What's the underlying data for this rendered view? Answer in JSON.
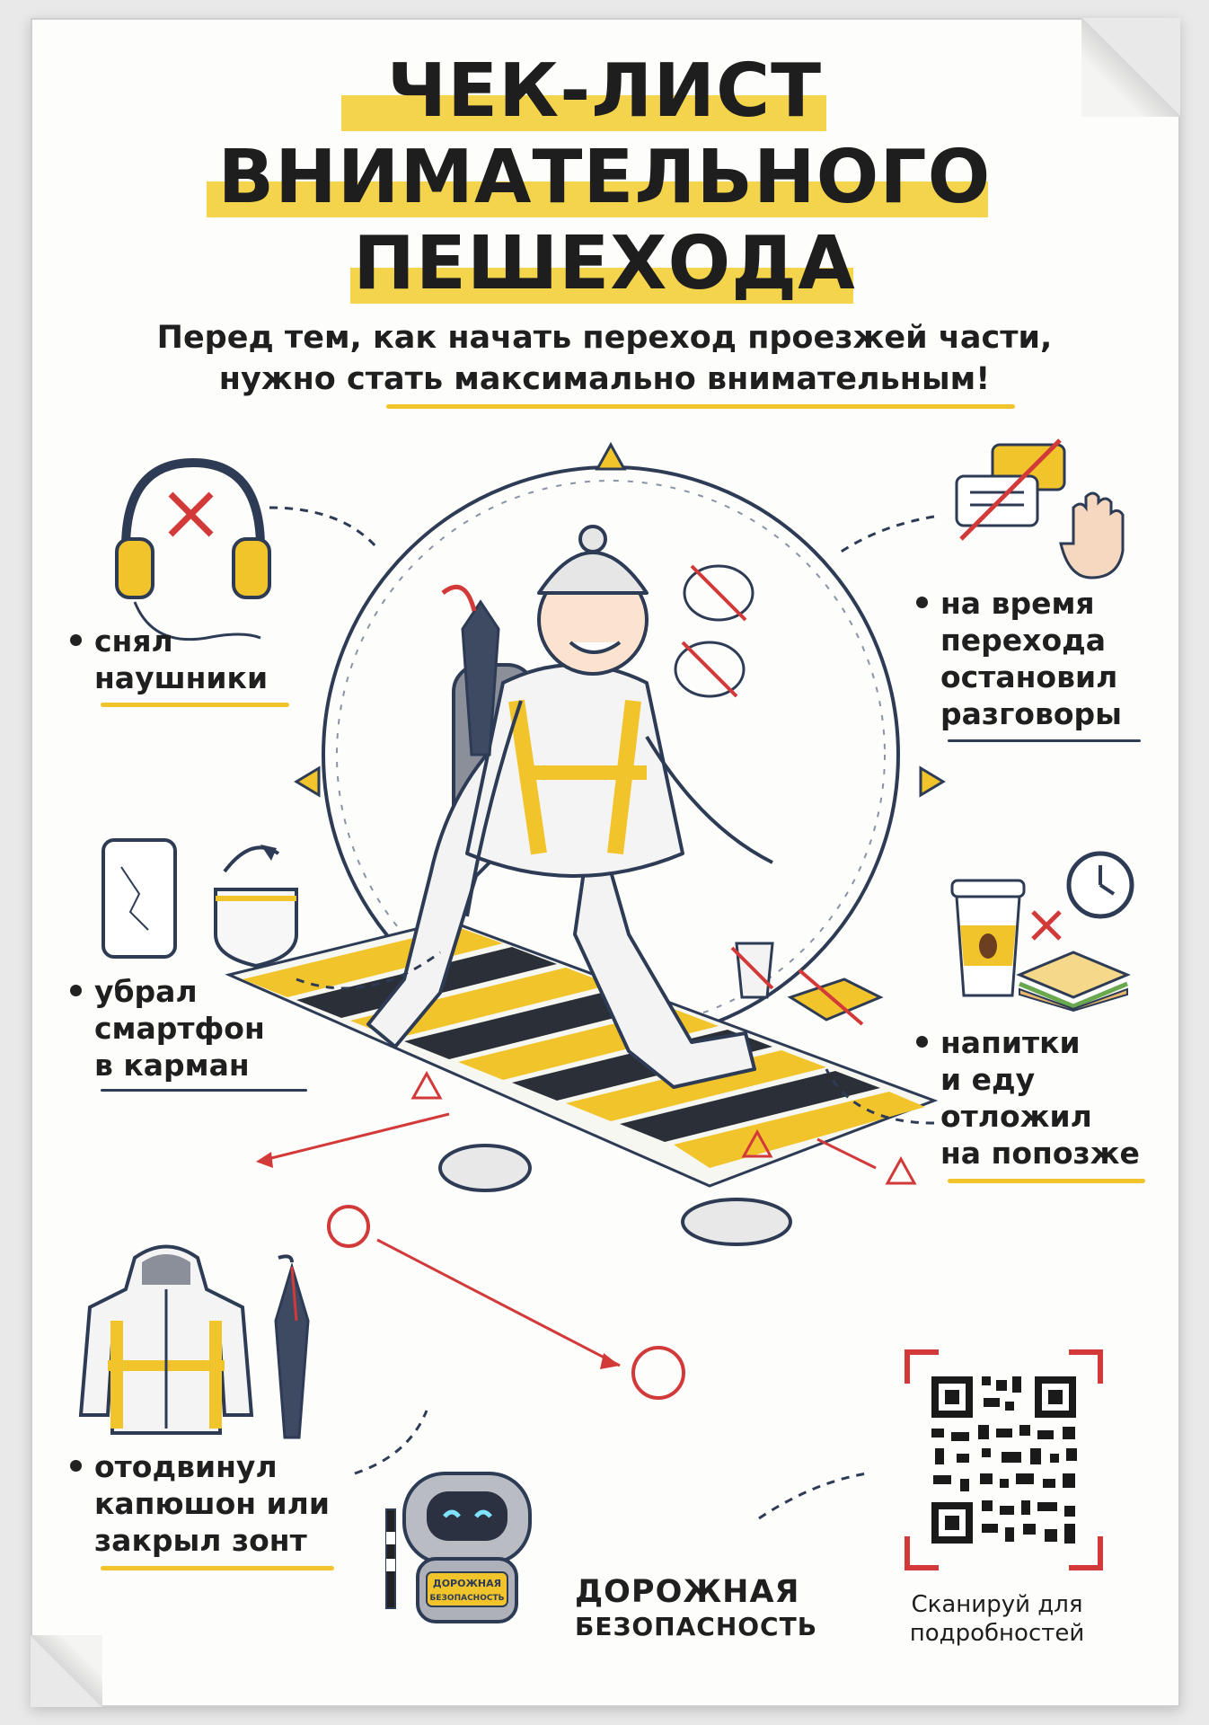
{
  "poster": {
    "title_line1": "ЧЕК-ЛИСТ",
    "title_line2": "ВНИМАТЕЛЬНОГО",
    "title_line3": "ПЕШЕХОДА",
    "subtitle_line1": "Перед тем, как начать переход проезжей части,",
    "subtitle_line2": "нужно стать максимально внимательным!"
  },
  "checklist": {
    "headphones": [
      "снял",
      "наушники"
    ],
    "conversation": [
      "на время",
      "перехода",
      "остановил",
      "разговоры"
    ],
    "smartphone": [
      "убрал",
      "смартфон",
      "в карман"
    ],
    "food": [
      "напитки",
      "и еду",
      "отложил",
      "на попозже"
    ],
    "hood": [
      "отодвинул",
      "капюшон или",
      "закрыл зонт"
    ]
  },
  "brand": {
    "line1": "ДОРОЖНАЯ",
    "line2": "БЕЗОПАСНОСТЬ",
    "mascot_badge_line1": "ДОРОЖНАЯ",
    "mascot_badge_line2": "БЕЗОПАСНОСТЬ"
  },
  "qr": {
    "caption_line1": "Сканируй для",
    "caption_line2": "подробностей"
  },
  "colors": {
    "accent_yellow": "#f2c42b",
    "warning_red": "#d23a3a",
    "ink_dark": "#1f1f1f",
    "navy": "#2d3b55"
  },
  "icons": [
    "headphones-icon",
    "chat-bubbles-icon",
    "hand-stop-icon",
    "smartphone-icon",
    "pocket-icon",
    "coffee-cup-icon",
    "sandwich-icon",
    "clock-icon",
    "jacket-icon",
    "umbrella-icon",
    "robot-mascot-icon",
    "qr-code-icon",
    "crosswalk-icon",
    "warning-triangle-icon"
  ]
}
